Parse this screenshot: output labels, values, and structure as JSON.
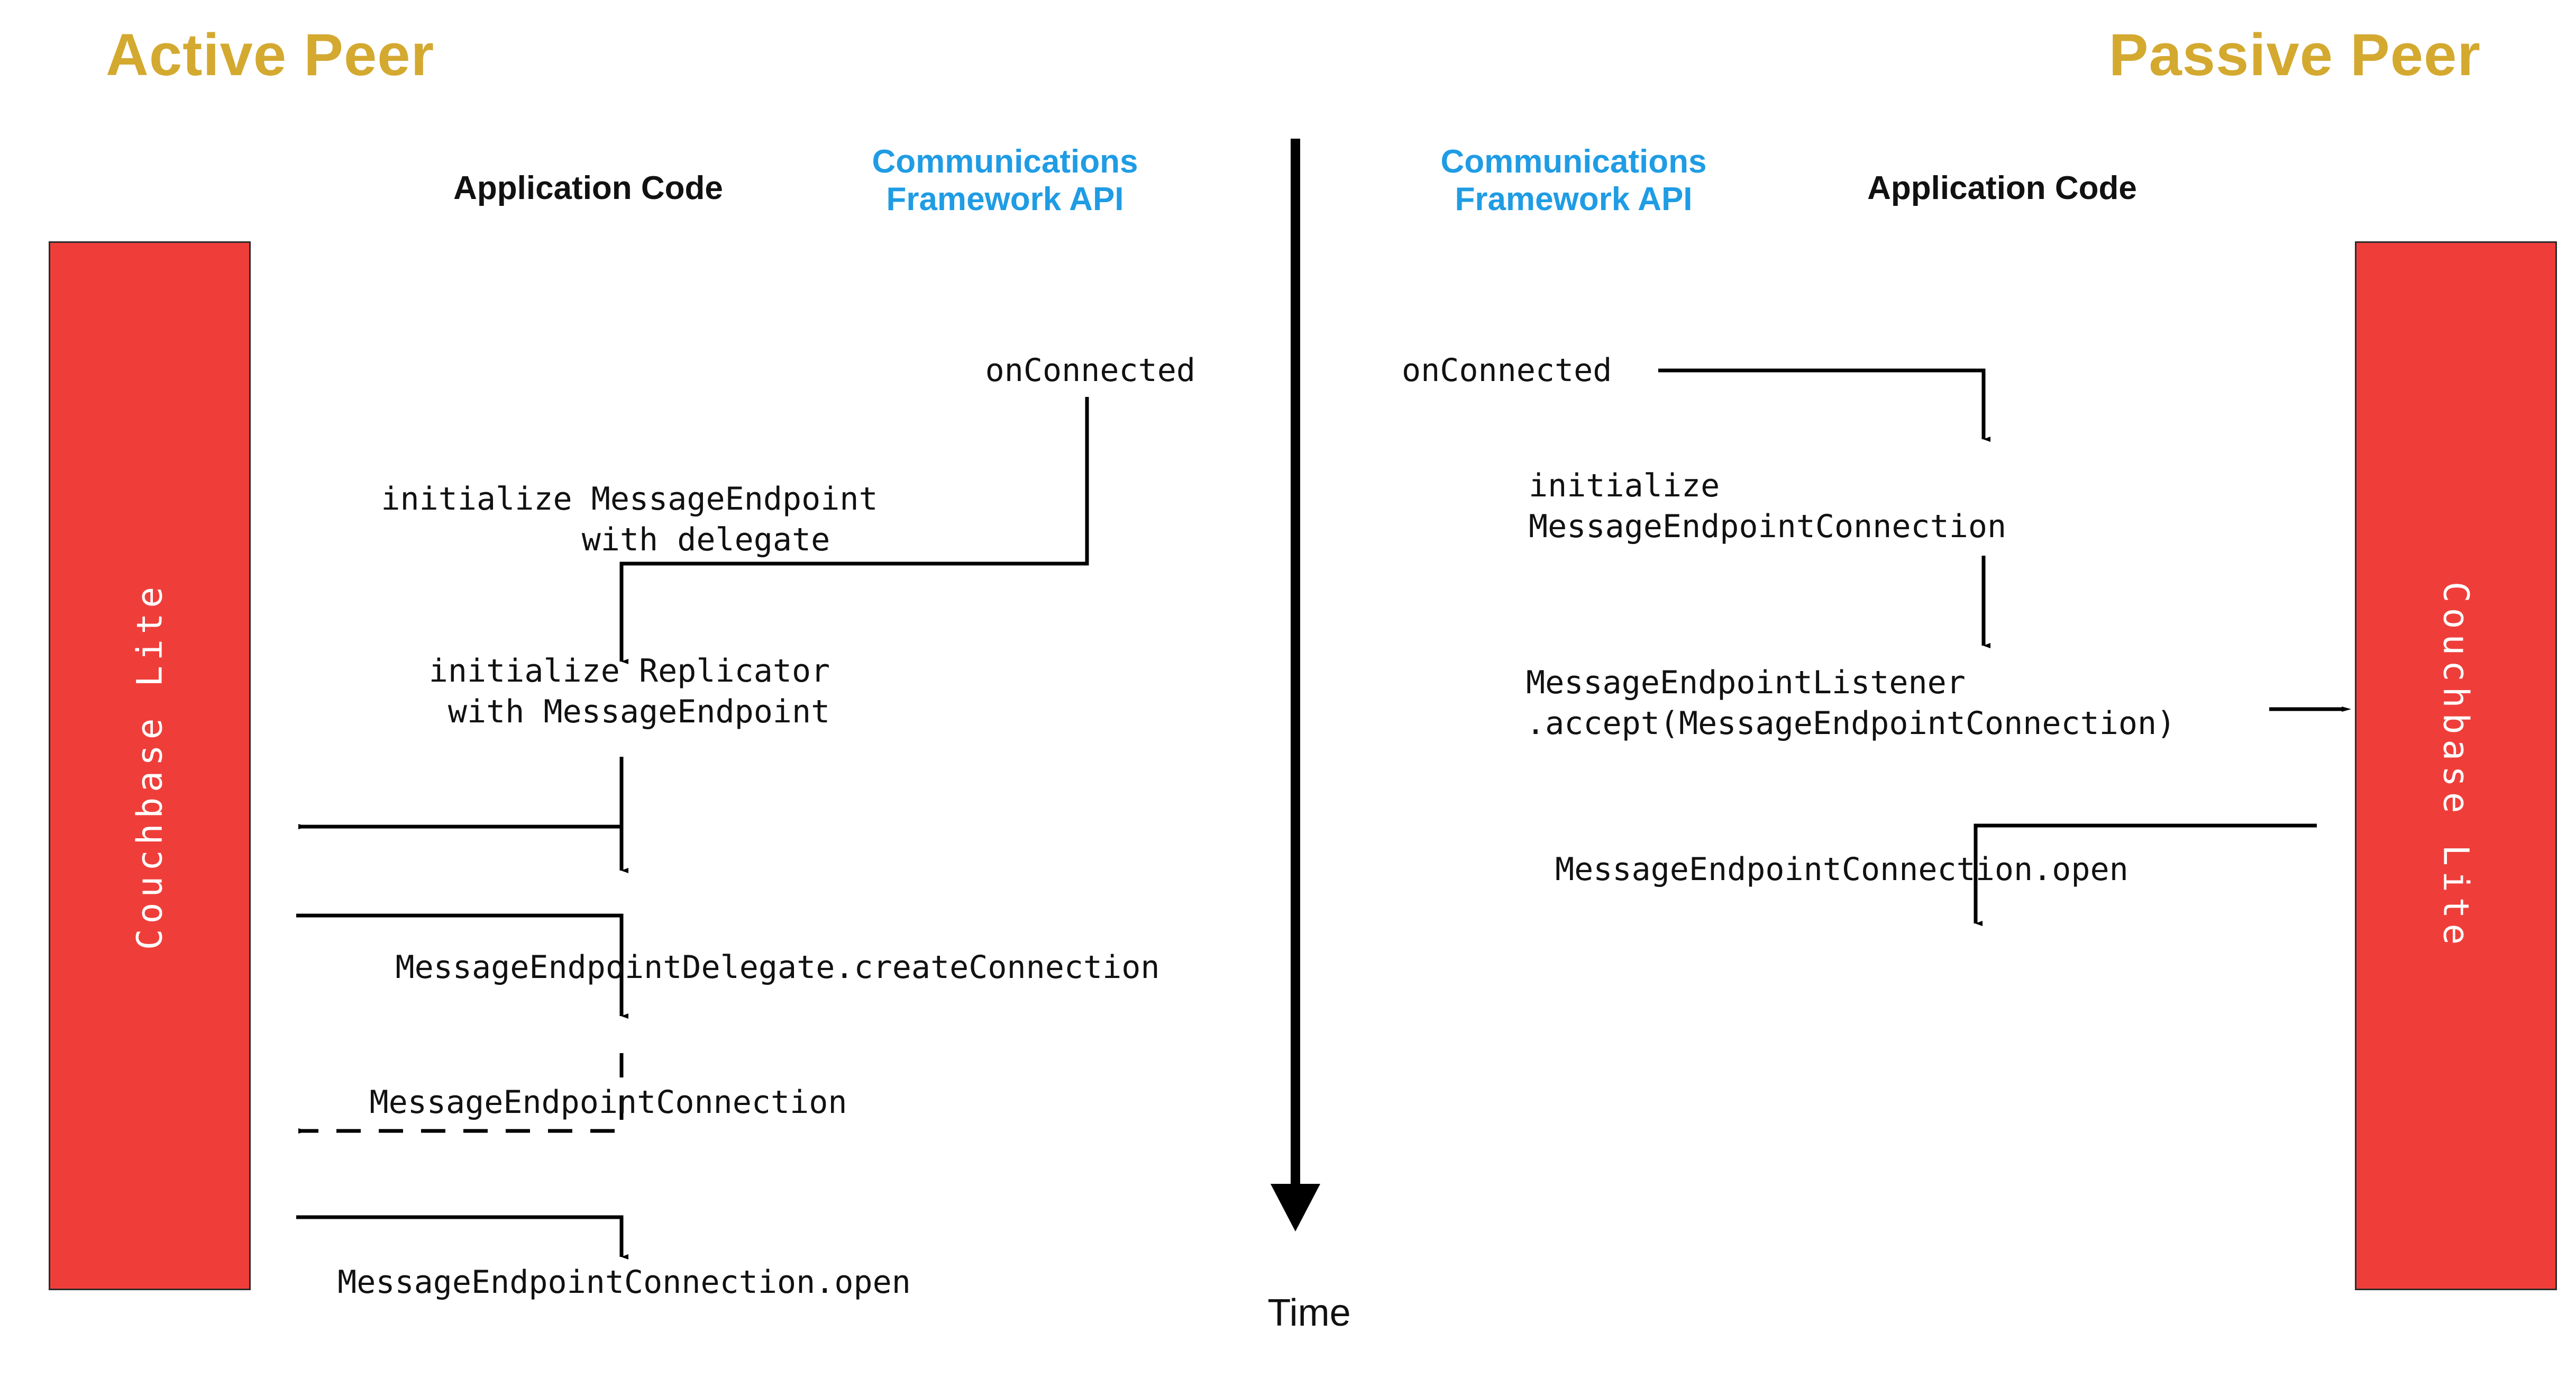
{
  "colors": {
    "peer_title": "#d4a930",
    "api_header": "#1f9ce4",
    "app_header": "#111111",
    "couchbase_bar": "#ef3e3a",
    "bar_border": "#2b2b2b",
    "line": "#000000",
    "background": "#ffffff"
  },
  "titles": {
    "active_peer": "Active Peer",
    "passive_peer": "Passive Peer"
  },
  "column_headers": {
    "application_code": "Application Code",
    "communications_framework_api_line1": "Communications",
    "communications_framework_api_line2": "Framework API"
  },
  "databases": {
    "left_label": "Couchbase Lite",
    "right_label": "Couchbase Lite"
  },
  "time_axis": {
    "label": "Time",
    "direction": "downward"
  },
  "active_peer_steps": [
    {
      "id": "onConnected",
      "text": "onConnected",
      "lane": "api"
    },
    {
      "id": "init-endpoint",
      "text": "initialize MessageEndpoint\n        with delegate",
      "lane": "app"
    },
    {
      "id": "init-replicator",
      "text": "initialize Replicator\n with MessageEndpoint",
      "lane": "app"
    },
    {
      "id": "delegate-create",
      "text": "MessageEndpointDelegate.createConnection",
      "lane": "app"
    },
    {
      "id": "endpoint-connection",
      "text": "MessageEndpointConnection",
      "lane": "app"
    },
    {
      "id": "connection-open",
      "text": "MessageEndpointConnection.open",
      "lane": "app"
    }
  ],
  "passive_peer_steps": [
    {
      "id": "onConnected",
      "text": "onConnected",
      "lane": "api"
    },
    {
      "id": "init-connection",
      "text": "initialize\nMessageEndpointConnection",
      "lane": "app"
    },
    {
      "id": "listener-accept",
      "text": "MessageEndpointListener\n.accept(MessageEndpointConnection)",
      "lane": "app"
    },
    {
      "id": "connection-open",
      "text": "MessageEndpointConnection.open",
      "lane": "app"
    }
  ],
  "connectors": [
    {
      "name": "active-onconnected-to-init-endpoint",
      "style": "solid",
      "shape": "elbow-down-left"
    },
    {
      "name": "active-init-endpoint-to-init-replicator",
      "style": "solid",
      "shape": "down"
    },
    {
      "name": "active-init-replicator-to-couchbase",
      "style": "solid",
      "shape": "elbow-left"
    },
    {
      "name": "active-couchbase-to-delegate-create",
      "style": "solid",
      "shape": "elbow-right-down"
    },
    {
      "name": "active-delegate-create-returns-connection",
      "style": "dashed",
      "shape": "elbow-left"
    },
    {
      "name": "active-couchbase-to-connection-open",
      "style": "solid",
      "shape": "elbow-right-down"
    },
    {
      "name": "passive-onconnected-to-init-connection",
      "style": "solid",
      "shape": "elbow-right-down"
    },
    {
      "name": "passive-init-connection-to-listener-accept",
      "style": "solid",
      "shape": "down"
    },
    {
      "name": "passive-listener-accept-to-couchbase",
      "style": "solid",
      "shape": "right"
    },
    {
      "name": "passive-couchbase-to-connection-open",
      "style": "solid",
      "shape": "elbow-left-down"
    }
  ]
}
